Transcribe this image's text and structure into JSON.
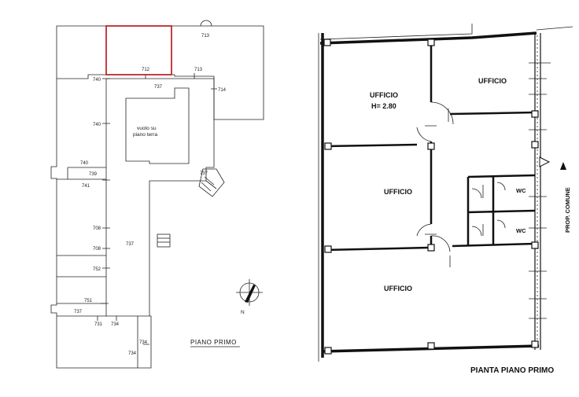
{
  "left_plan": {
    "title": "PIANO PRIMO",
    "north": "N",
    "void_label_1": "vuoto su",
    "void_label_2": "piano terra",
    "parcels": {
      "p713_top": "713",
      "p712": "712",
      "p713_mid": "713",
      "p737_top": "737",
      "p714": "714",
      "p740_a": "740",
      "p740_b": "740",
      "p740_c": "740",
      "p739": "739",
      "p741": "741",
      "p737_stair": "737",
      "p708_a": "708",
      "p708_b": "708",
      "p737_mid": "737",
      "p752": "752",
      "p751": "751",
      "p737_bot": "737",
      "p731": "731",
      "p734_a": "734",
      "p734_b": "734",
      "p734_c": "734"
    },
    "highlight_color": "#c0282d"
  },
  "right_plan": {
    "title": "PIANTA PIANO PRIMO",
    "rooms": {
      "office_1": "UFFICIO",
      "office_1_height": "H= 2.80",
      "office_2": "UFFICIO",
      "office_3": "UFFICIO",
      "office_4": "UFFICIO",
      "wc_1": "WC",
      "wc_2": "WC"
    },
    "side_label": "PROP. COMUNE"
  }
}
